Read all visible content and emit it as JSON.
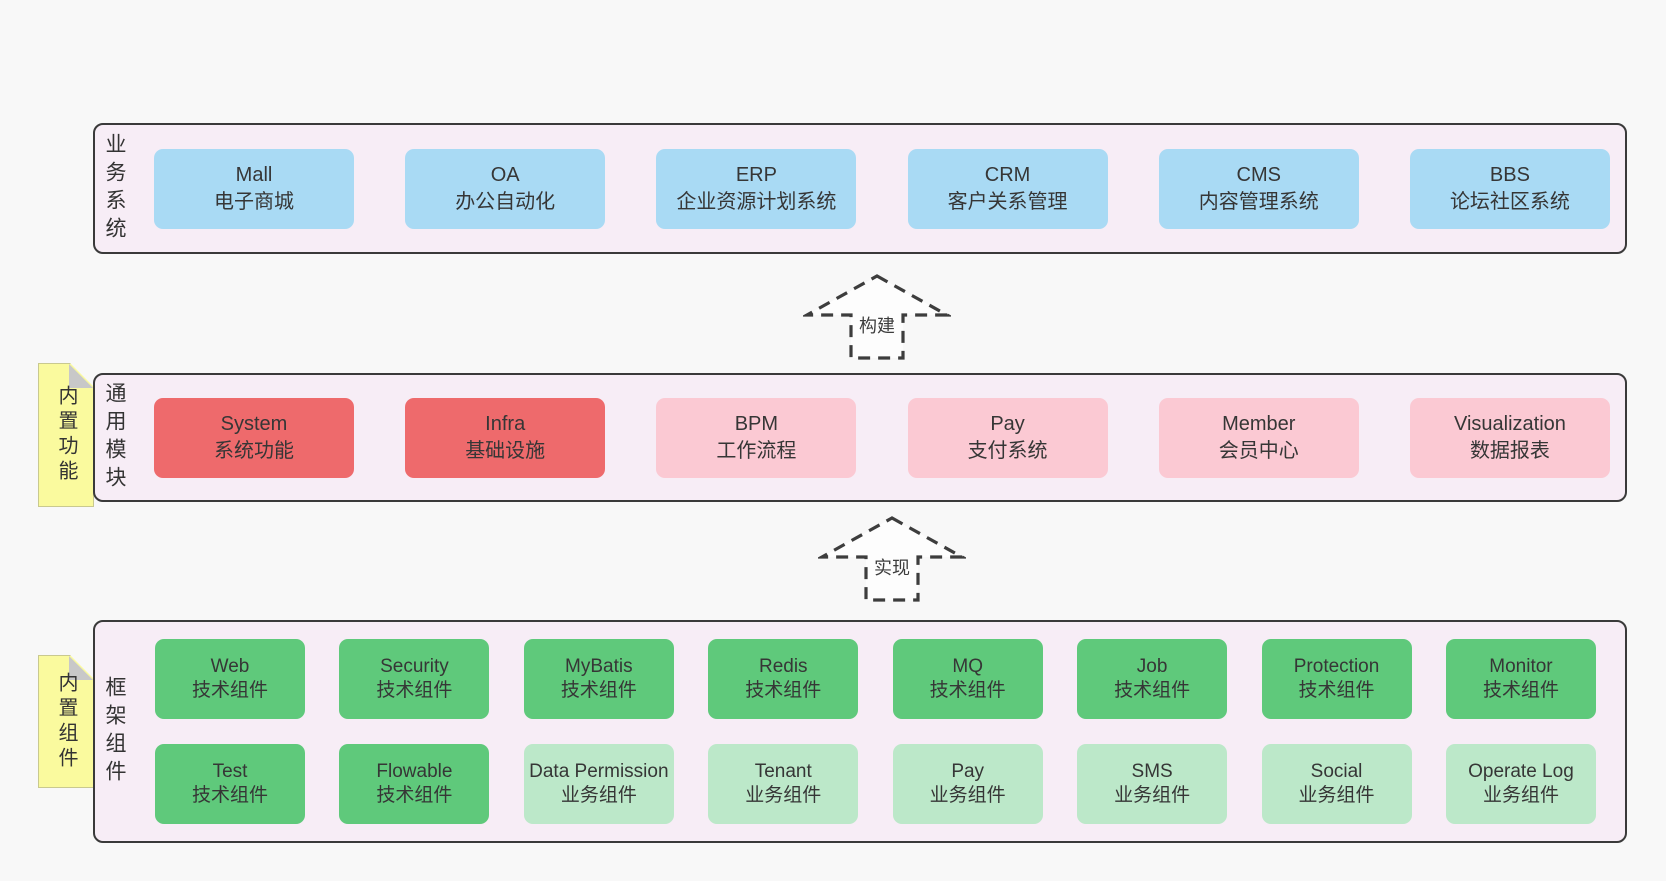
{
  "colors": {
    "page_bg": "#f8f8f8",
    "panel_bg": "#f7edf6",
    "panel_border": "#3a3a3a",
    "box_blue": "#a9daf4",
    "box_red": "#ee6a6c",
    "box_pink": "#fbc9d3",
    "box_green_dark": "#5fc97b",
    "box_green_light": "#bce8c9",
    "note_yellow": "#fafa9e",
    "note_fold_gray": "#c8c8c8",
    "text": "#333333"
  },
  "business_band": {
    "label": "业务系统",
    "boxes": [
      {
        "name": "Mall",
        "desc": "电子商城"
      },
      {
        "name": "OA",
        "desc": "办公自动化"
      },
      {
        "name": "ERP",
        "desc": "企业资源计划系统"
      },
      {
        "name": "CRM",
        "desc": "客户关系管理"
      },
      {
        "name": "CMS",
        "desc": "内容管理系统"
      },
      {
        "name": "BBS",
        "desc": "论坛社区系统"
      }
    ]
  },
  "arrow_build": {
    "label": "构建"
  },
  "module_band": {
    "label": "通用模块",
    "note": "内置功能",
    "boxes": [
      {
        "name": "System",
        "desc": "系统功能"
      },
      {
        "name": "Infra",
        "desc": "基础设施"
      },
      {
        "name": "BPM",
        "desc": "工作流程"
      },
      {
        "name": "Pay",
        "desc": "支付系统"
      },
      {
        "name": "Member",
        "desc": "会员中心"
      },
      {
        "name": "Visualization",
        "desc": "数据报表"
      }
    ]
  },
  "arrow_implement": {
    "label": "实现"
  },
  "component_band": {
    "label": "框架组件",
    "note": "内置组件",
    "row1": [
      {
        "name": "Web",
        "desc": "技术组件"
      },
      {
        "name": "Security",
        "desc": "技术组件"
      },
      {
        "name": "MyBatis",
        "desc": "技术组件"
      },
      {
        "name": "Redis",
        "desc": "技术组件"
      },
      {
        "name": "MQ",
        "desc": "技术组件"
      },
      {
        "name": "Job",
        "desc": "技术组件"
      },
      {
        "name": "Protection",
        "desc": "技术组件"
      },
      {
        "name": "Monitor",
        "desc": "技术组件"
      }
    ],
    "row2": [
      {
        "name": "Test",
        "desc": "技术组件"
      },
      {
        "name": "Flowable",
        "desc": "技术组件"
      },
      {
        "name": "Data Permission",
        "desc": "业务组件"
      },
      {
        "name": "Tenant",
        "desc": "业务组件"
      },
      {
        "name": "Pay",
        "desc": "业务组件"
      },
      {
        "name": "SMS",
        "desc": "业务组件"
      },
      {
        "name": "Social",
        "desc": "业务组件"
      },
      {
        "name": "Operate Log",
        "desc": "业务组件"
      }
    ]
  }
}
